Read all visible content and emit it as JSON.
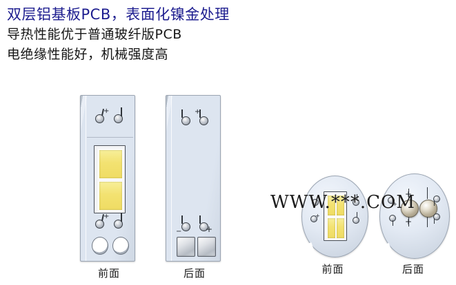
{
  "headings": {
    "line1": "双层铝基板PCB，表面化镍金处理",
    "line2": "导热性能优于普通玻纤版PCB",
    "line3": "电绝缘性能好，机械强度高",
    "line1_color": "#1d1d8f",
    "body_color": "#161616"
  },
  "watermark": {
    "text": "WWW.***.COM"
  },
  "labels": {
    "front": "前面",
    "back": "后面"
  },
  "boards": [
    {
      "id": "rect-front",
      "shape": "rectangle",
      "caption": "前面",
      "description": "长条形铝基板正面，带两颗黄色LED灯珠、四个焊盘和两个安装孔",
      "features": [
        "led-array-2",
        "solder-pads-4",
        "mounting-holes-2"
      ],
      "polarity_marks": [
        "+",
        "−"
      ]
    },
    {
      "id": "rect-back",
      "shape": "rectangle",
      "caption": "后面",
      "description": "长条形铝基板背面，带四个焊盘和两个方形镀锡焊片",
      "features": [
        "solder-pads-4",
        "square-pads-2"
      ],
      "polarity_marks": [
        "+",
        "−"
      ]
    },
    {
      "id": "round-front",
      "shape": "circle",
      "caption": "前面",
      "description": "圆形铝基板正面，中央2x2黄色LED灯珠阵列，四周四个焊盘",
      "features": [
        "led-array-4",
        "solder-pads-4"
      ],
      "polarity_marks": [
        "+",
        "−"
      ]
    },
    {
      "id": "round-back",
      "shape": "circle",
      "caption": "后面",
      "description": "圆形铝基板背面，两个金属焊点及四个小焊盘",
      "features": [
        "solder-domes-2",
        "solder-pads-4"
      ],
      "polarity_marks": [
        "+",
        "−"
      ]
    }
  ],
  "colors": {
    "board_surface": "#dfe6f0",
    "board_edge": "#9aa4b2",
    "led_phosphor": "#f3e271",
    "background": "#ffffff"
  }
}
